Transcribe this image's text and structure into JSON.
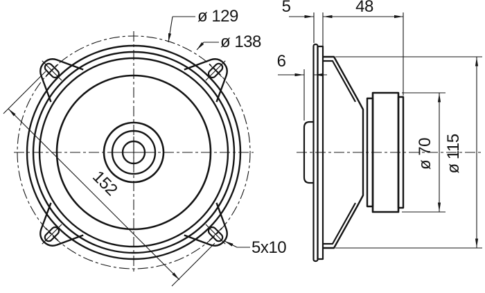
{
  "drawing": {
    "background_color": "#ffffff",
    "line_color": "#141414",
    "front_view": {
      "gasket_outer_diameter_label": "ø 129",
      "frame_outer_diameter_label": "ø 138",
      "mounting_diagonal_label": "152",
      "mounting_slot_label": "5x10"
    },
    "side_view": {
      "flange_thickness_label": "5",
      "mounting_depth_label": "48",
      "front_protrusion_label": "6",
      "magnet_diameter_label": "ø 70",
      "basket_diameter_label": "ø 115"
    }
  }
}
